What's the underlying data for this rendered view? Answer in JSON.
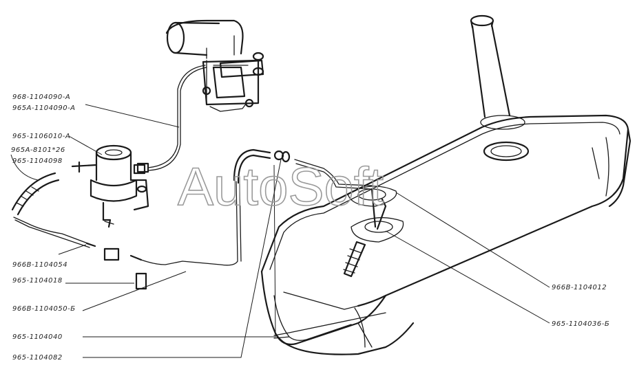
{
  "watermark": "AutoSoft",
  "labels": [
    {
      "text": "968-1104090-A"
    },
    {
      "text": "965А-1104090-А"
    },
    {
      "text": "965-1106010-A"
    },
    {
      "text": "965А-8101*26"
    },
    {
      "text": "965-1104098"
    },
    {
      "text": "966В-1104054"
    },
    {
      "text": "965-1104018"
    },
    {
      "text": "966В-1104050-Б"
    },
    {
      "text": "965-1104040"
    },
    {
      "text": "965-1104082"
    },
    {
      "text": "966В-1104012"
    },
    {
      "text": "965-1104036-Б"
    }
  ]
}
